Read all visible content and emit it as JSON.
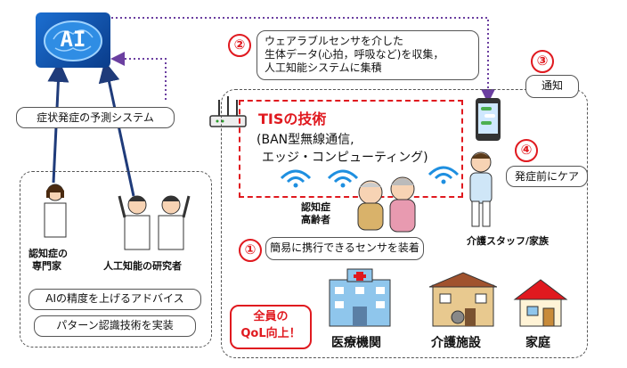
{
  "ai_label": "AI",
  "prediction_system": "症状発症の予測システム",
  "step2": {
    "number": "②",
    "text_lines": [
      "ウェアラブルセンサを介した",
      "生体データ(心拍，呼吸など)を収集，",
      "人工知能システムに集積"
    ]
  },
  "step3": {
    "number": "③",
    "text": "通知"
  },
  "step4": {
    "number": "④",
    "text": "発症前にケア"
  },
  "step1": {
    "number": "①",
    "text": "簡易に携行できるセンサを装着"
  },
  "tis": {
    "title": "TISの技術",
    "line1": "(BAN型無線通信,",
    "line2": "エッジ・コンピューティング)"
  },
  "elderly_label": [
    "認知症",
    "高齢者"
  ],
  "care_staff_label": "介護スタッフ/家族",
  "dementia_expert_label": [
    "認知症の",
    "専門家"
  ],
  "ai_researcher_label": "人工知能の研究者",
  "advice_text": "AIの精度を上げるアドバイス",
  "pattern_text": "パターン認識技術を実装",
  "qol_text": [
    "全員の",
    "QoL向上！"
  ],
  "buildings": [
    "医療機関",
    "介護施設",
    "家庭"
  ],
  "colors": {
    "accent_red": "#e0191f",
    "arrow_blue": "#1f3b7a",
    "dotted_purple": "#6b3fa0"
  }
}
